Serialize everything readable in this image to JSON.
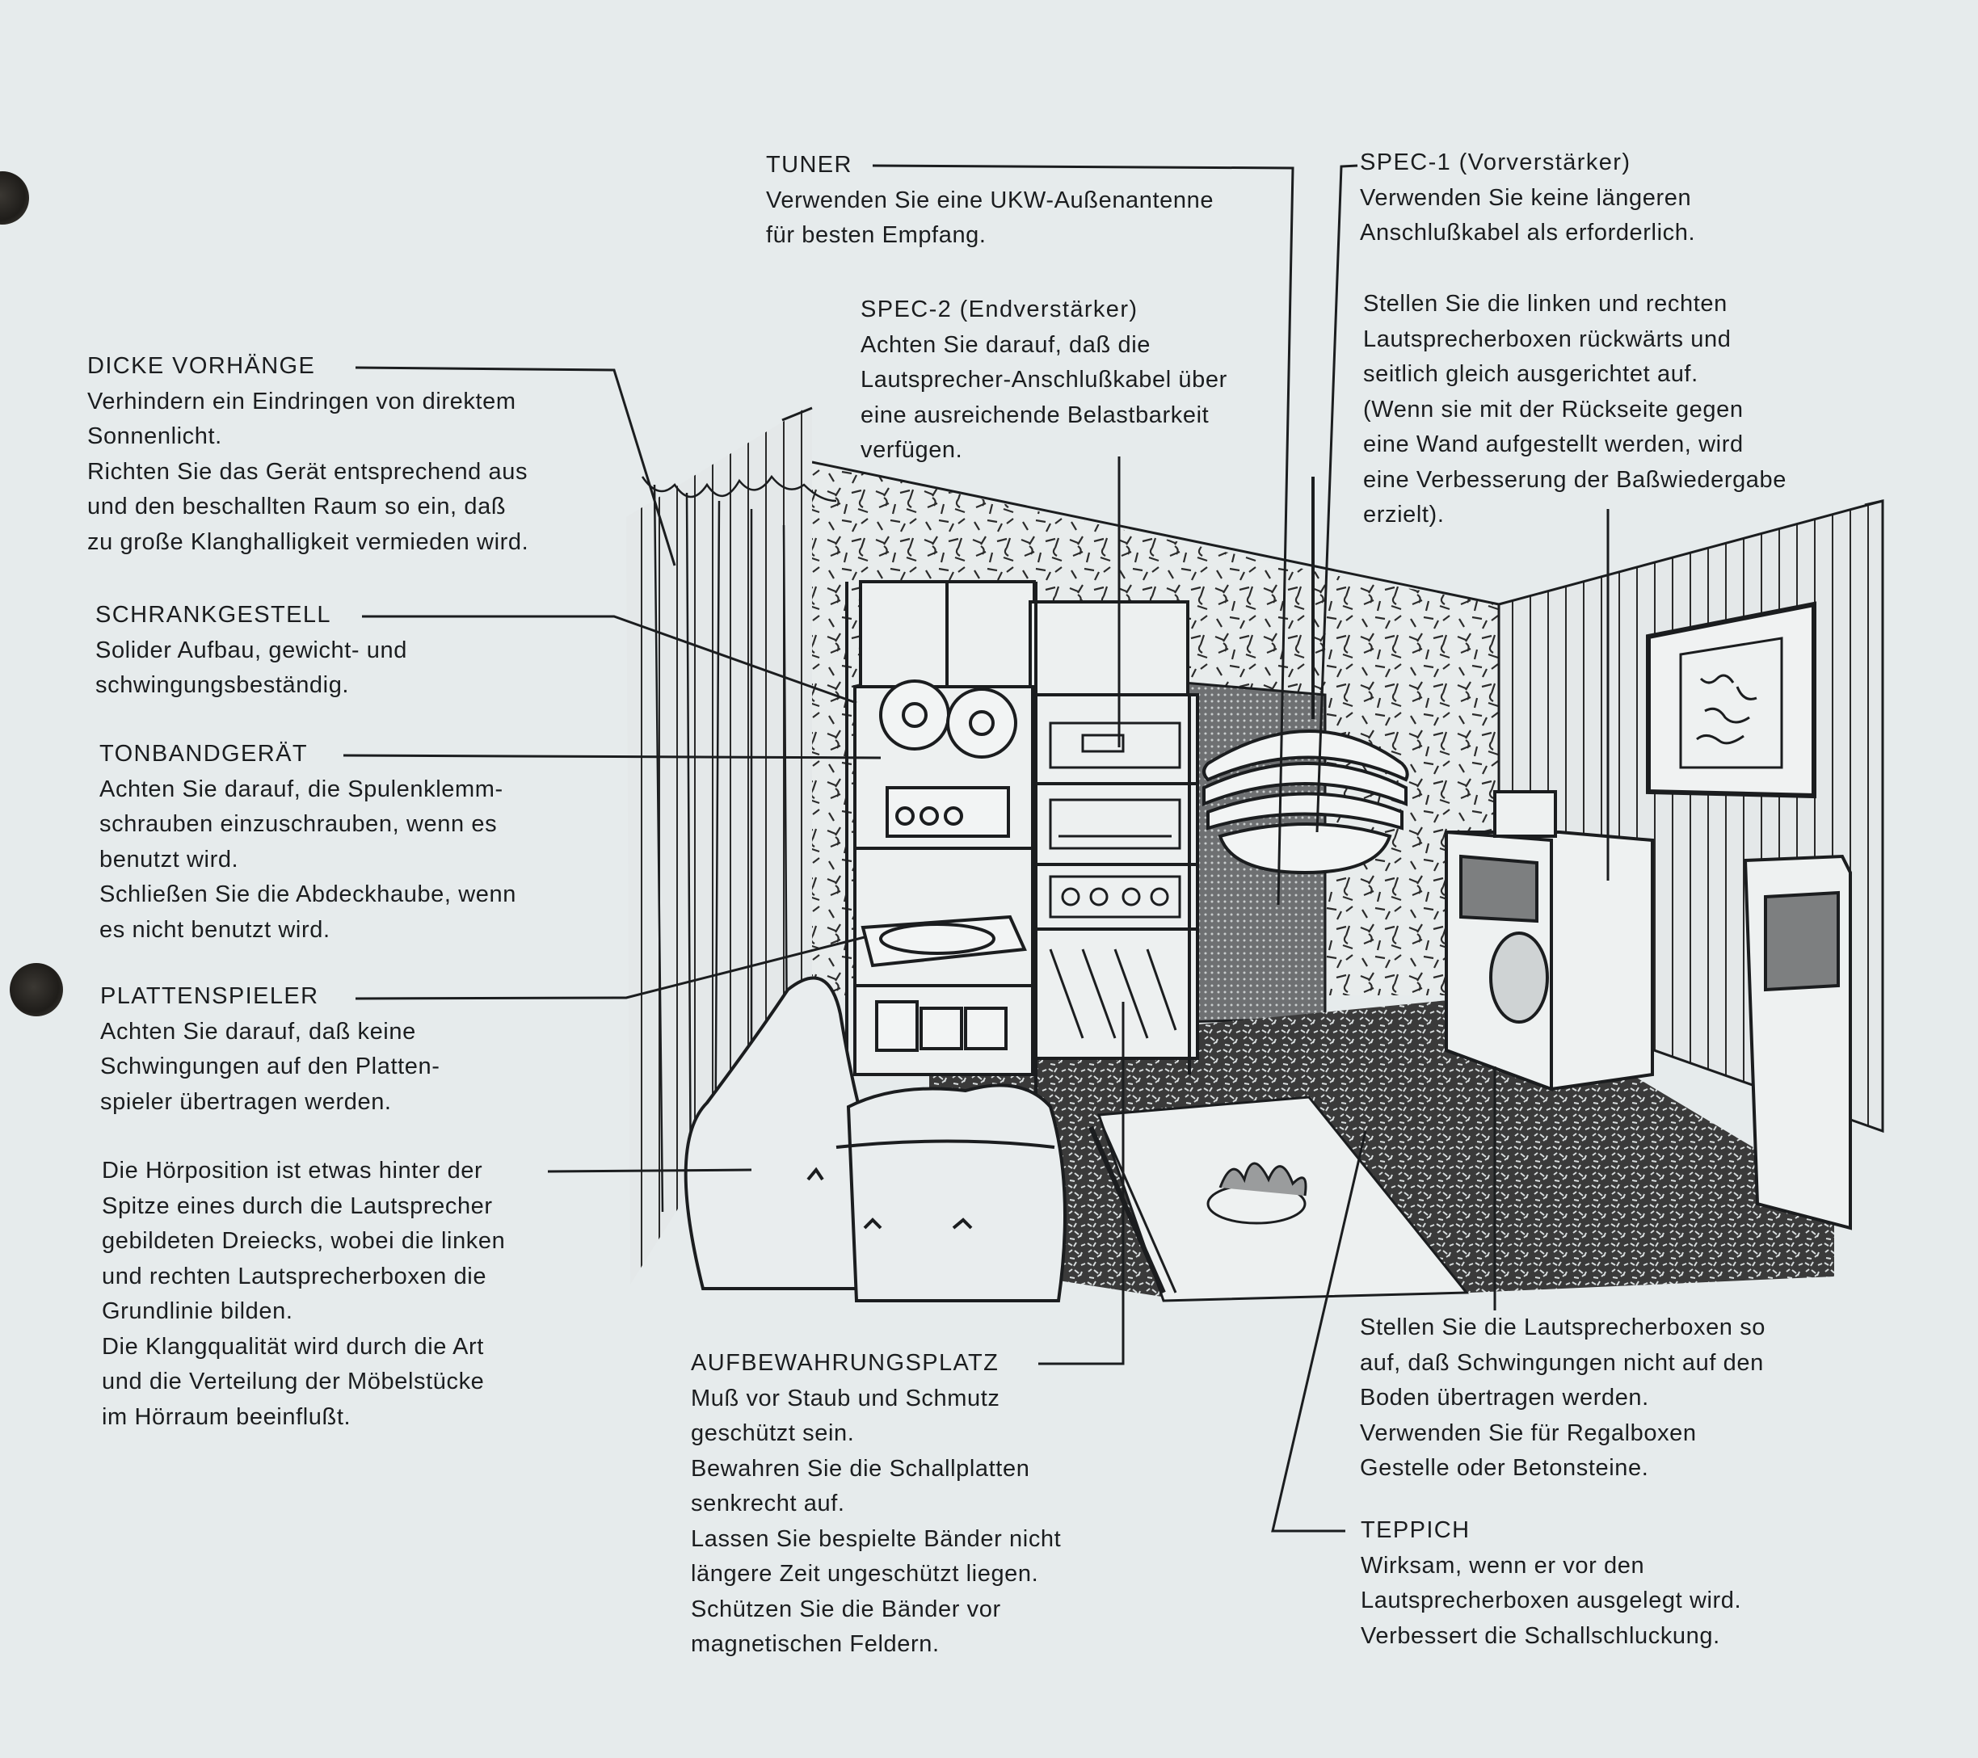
{
  "callouts": {
    "tuner": {
      "title": "TUNER",
      "lines": [
        "Verwenden Sie eine UKW-Außenantenne",
        "für besten Empfang."
      ]
    },
    "spec1": {
      "title": "SPEC-1 (Vorverstärker)",
      "lines": [
        "Verwenden Sie keine längeren",
        "Anschlußkabel als erforderlich."
      ]
    },
    "spec1_note": {
      "lines": [
        "Stellen Sie die linken und rechten",
        "Lautsprecherboxen rückwärts und",
        "seitlich gleich ausgerichtet auf.",
        "(Wenn sie mit der Rückseite gegen",
        "eine Wand aufgestellt werden, wird",
        "eine Verbesserung der Baßwiedergabe",
        "erzielt)."
      ]
    },
    "spec2": {
      "title": "SPEC-2 (Endverstärker)",
      "lines": [
        "Achten Sie darauf, daß die",
        "Lautsprecher-Anschlußkabel über",
        "eine ausreichende Belastbarkeit",
        "verfügen."
      ]
    },
    "curtains": {
      "title": "DICKE VORHÄNGE",
      "lines": [
        "Verhindern ein Eindringen von direktem",
        "Sonnenlicht.",
        "Richten Sie das Gerät entsprechend aus",
        "und den beschallten Raum so ein, daß",
        "zu große Klanghalligkeit vermieden wird."
      ]
    },
    "cabinet": {
      "title": "SCHRANKGESTELL",
      "lines": [
        "Solider Aufbau, gewicht- und",
        "schwingungsbeständig."
      ]
    },
    "tape": {
      "title": "TONBANDGERÄT",
      "lines": [
        "Achten Sie darauf, die Spulenklemm-",
        "schrauben einzuschrauben, wenn es",
        "benutzt wird.",
        "Schließen Sie die Abdeckhaube, wenn",
        "es nicht benutzt wird."
      ]
    },
    "turntable": {
      "title": "PLATTENSPIELER",
      "lines": [
        "Achten Sie darauf, daß keine",
        "Schwingungen auf den Platten-",
        "spieler übertragen werden."
      ]
    },
    "listening": {
      "lines": [
        "Die Hörposition ist etwas hinter der",
        "Spitze eines durch die Lautsprecher",
        "gebildeten Dreiecks, wobei die linken",
        "und rechten Lautsprecherboxen die",
        "Grundlinie bilden.",
        "Die Klangqualität wird durch die Art",
        "und die Verteilung der Möbelstücke",
        "im Hörraum beeinflußt."
      ]
    },
    "storage": {
      "title": "AUFBEWAHRUNGSPLATZ",
      "lines": [
        "Muß vor Staub und Schmutz",
        "geschützt sein.",
        "Bewahren Sie die Schallplatten",
        "senkrecht auf.",
        "Lassen Sie bespielte Bänder nicht",
        "längere Zeit ungeschützt liegen.",
        "Schützen Sie die Bänder vor",
        "magnetischen Feldern."
      ]
    },
    "speakers": {
      "lines": [
        "Stellen Sie die Lautsprecherboxen so",
        "auf, daß Schwingungen nicht auf den",
        "Boden übertragen werden.",
        "Verwenden Sie für Regalboxen",
        "Gestelle oder Betonsteine."
      ]
    },
    "carpet": {
      "title": "TEPPICH",
      "lines": [
        "Wirksam, wenn er vor den",
        "Lautsprecherboxen ausgelegt wird.",
        "Verbessert die Schallschluckung."
      ]
    }
  },
  "colors": {
    "paper": "#e6ebec",
    "ink": "#1b1d1f",
    "hole": "#23211e"
  }
}
